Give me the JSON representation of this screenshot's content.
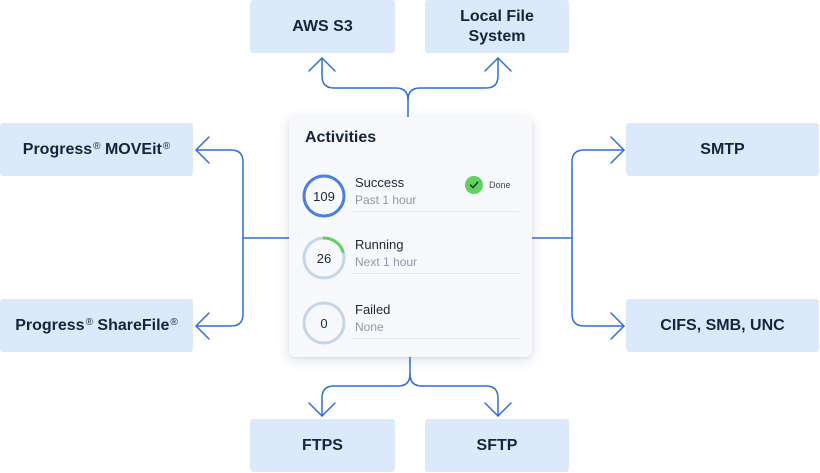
{
  "nodes": {
    "aws_s3": "AWS S3",
    "local_fs_line1": "Local File",
    "local_fs_line2": "System",
    "moveit": "Progress",
    "moveit_product": "MOVEit",
    "sharefile": "Progress",
    "sharefile_product": "ShareFile",
    "registered_mark": "®",
    "smtp": "SMTP",
    "cifs": "CIFS, SMB, UNC",
    "ftps": "FTPS",
    "sftp": "SFTP"
  },
  "activities": {
    "title": "Activities",
    "rows": [
      {
        "count": "109",
        "label": "Success",
        "sub": "Past 1 hour",
        "ring_progress": 1.0,
        "badge": "Done"
      },
      {
        "count": "26",
        "label": "Running",
        "sub": "Next 1 hour",
        "ring_progress": 0.2
      },
      {
        "count": "0",
        "label": "Failed",
        "sub": "None",
        "ring_progress": 0.0
      }
    ]
  },
  "colors": {
    "connector": "#2d6fd6",
    "node_fill": "#dbe9fa",
    "ring_success": "#4b7fe0",
    "ring_running": "#5fd35f",
    "ring_track": "#c7d5ea",
    "done_green": "#5fd35f"
  },
  "icons": {
    "done": "check-circle-icon"
  }
}
